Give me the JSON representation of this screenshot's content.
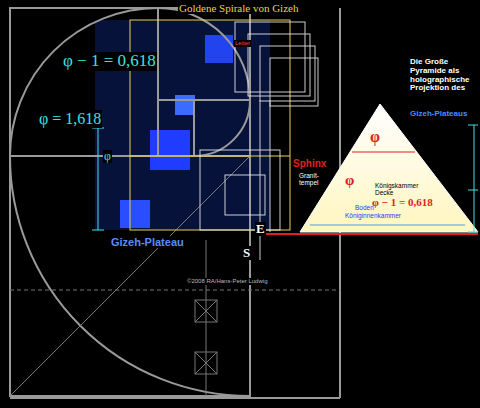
{
  "diagram": {
    "title": "Goldene Spirale von Gizeh",
    "labels": [
      "φ − 1 = 0,618",
      "φ = 1,618",
      "φ",
      "Die Große Pyramide als holographische Projektion des",
      "Gizeh-Plateaus",
      "φ",
      "Sphinx",
      "Granit- tempel",
      "φ",
      "Königskammer Decke",
      "Boden",
      "Königinnenkammer",
      "φ − 1 = 0,618",
      "Gizeh-Plateau",
      "E",
      "S",
      "©2008 RA/Hans-Peter Ludwig",
      "Leiter"
    ]
  }
}
